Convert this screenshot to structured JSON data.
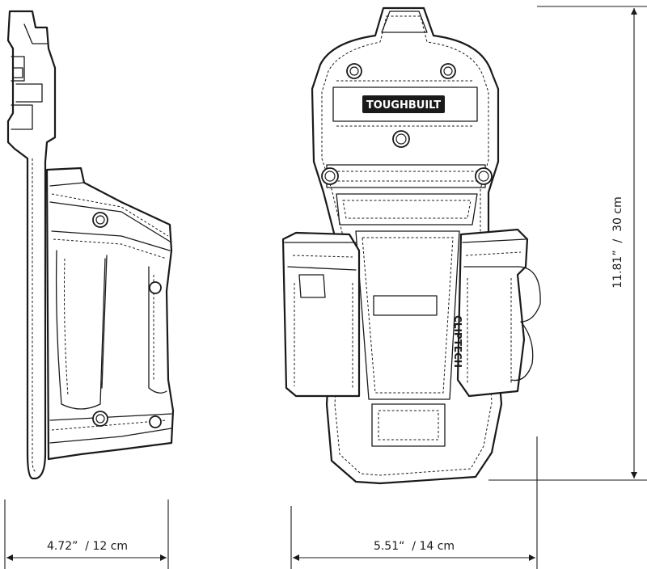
{
  "product": {
    "brand_logo": "TOUGHBUILT",
    "clip_logo": "CLIPTECH"
  },
  "dimensions": {
    "depth": {
      "inches": "4.72”",
      "separator": "/",
      "cm": "12 cm"
    },
    "width": {
      "inches": "5.51“",
      "separator": "/",
      "cm": "14 cm"
    },
    "height": {
      "inches": "11.81”",
      "separator": "/",
      "cm": "30 cm"
    }
  },
  "colors": {
    "line": "#1a1a1a",
    "background": "#ffffff",
    "logo_fill": "#1a1a1a"
  }
}
